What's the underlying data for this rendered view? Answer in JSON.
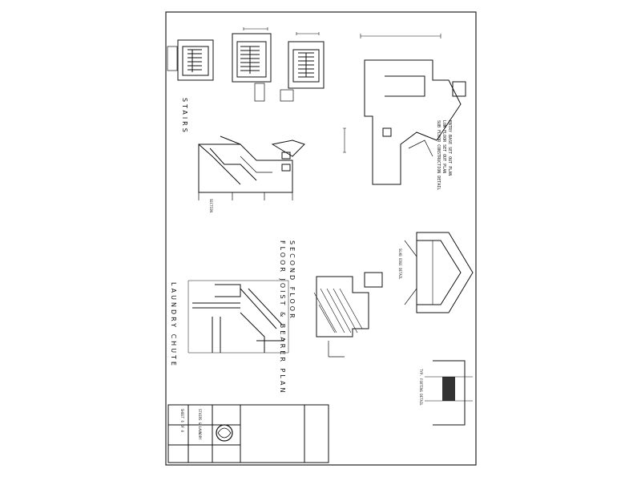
{
  "sheet": {
    "labels": {
      "stairs": "STAIRS",
      "laundry_chute": "LAUNDRY CHUTE",
      "floor_plan_line1": "SECOND FLOOR",
      "floor_plan_line2": "FLOOR JOIST & BEARER PLAN",
      "base_plan_line1": "ENTRY BASE SET OUT PLAN",
      "base_plan_line2": "LOW FLOOR SET OUT PLAN",
      "base_plan_line3": "SUB FLOOR CONSTRUCTION DETAIL",
      "section_note": "SECTION",
      "roof_note": "SLAB EDGE DETAIL",
      "footing_note": "TYP. FOOTING DETAIL",
      "title_block_drawing": "STAIRS & LAUNDRY",
      "title_block_sheet": "SHEET 6 OF 8"
    }
  }
}
